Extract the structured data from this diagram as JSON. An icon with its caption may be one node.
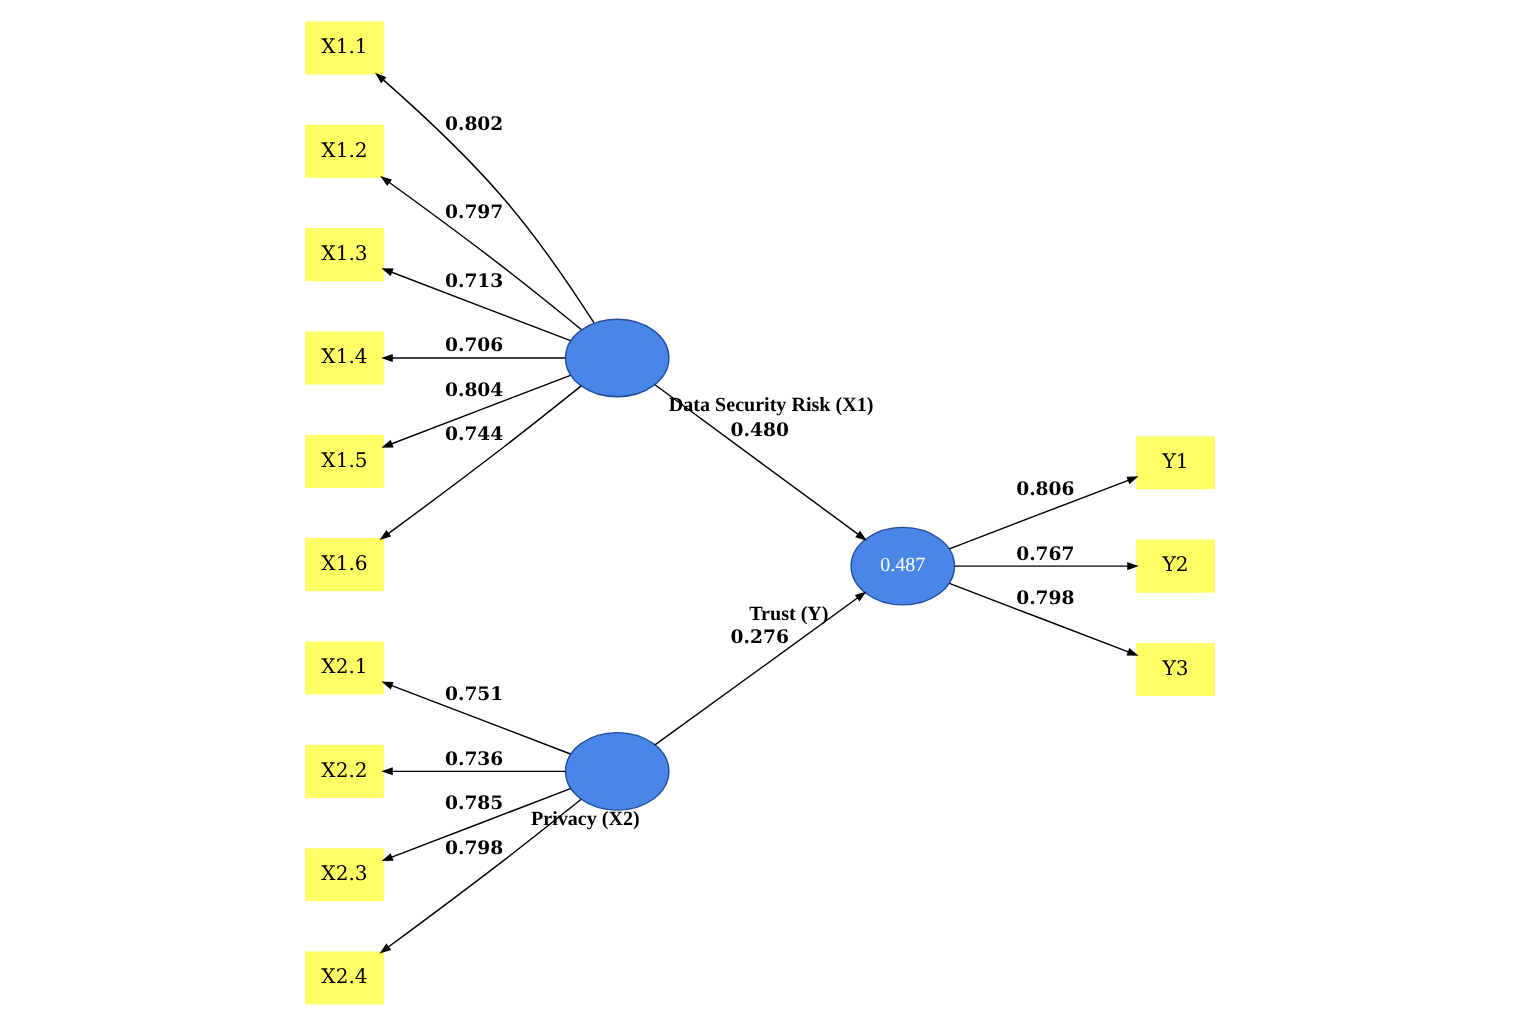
{
  "diagram": {
    "nodes": [
      {
        "text": [
          "X1.1"
        ]
      },
      {
        "text": [
          "X1.2"
        ]
      },
      {
        "text": [
          "X1.3"
        ]
      },
      {
        "text": [
          "X1.4"
        ]
      },
      {
        "text": [
          "X1.5"
        ]
      },
      {
        "text": [
          "X1.6"
        ]
      },
      {
        "text": [
          "X2.1"
        ]
      },
      {
        "text": [
          "X2.2"
        ]
      },
      {
        "text": [
          "X2.3"
        ]
      },
      {
        "text": [
          "X2.4"
        ]
      },
      {
        "text": [],
        "shape": "circle",
        "beside": [
          "Data Security Risk (X1)"
        ]
      },
      {
        "text": [],
        "shape": "circle",
        "beside": [
          "Privacy (X2)"
        ]
      },
      {
        "text": [
          "0.487"
        ],
        "beside": [
          "Trust (Y)"
        ]
      },
      {
        "text": [
          "Y1"
        ]
      },
      {
        "text": [
          "Y2"
        ]
      },
      {
        "text": [
          "Y3"
        ]
      }
    ],
    "edges": [
      {
        "from": 10,
        "to": 0,
        "arrow": "to",
        "label": "0.802"
      },
      {
        "from": 10,
        "to": 1,
        "arrow": "to",
        "label": "0.797"
      },
      {
        "from": 10,
        "to": 2,
        "arrow": "to",
        "label": "0.713"
      },
      {
        "from": 10,
        "to": 3,
        "arrow": "to",
        "label": "0.706"
      },
      {
        "from": 10,
        "to": 4,
        "arrow": "to",
        "label": "0.804"
      },
      {
        "from": 10,
        "to": 5,
        "arrow": "to",
        "label": "0.744"
      },
      {
        "from": 11,
        "to": 6,
        "arrow": "to",
        "label": "0.751"
      },
      {
        "from": 11,
        "to": 7,
        "arrow": "to",
        "label": "0.736"
      },
      {
        "from": 11,
        "to": 8,
        "arrow": "to",
        "label": "0.785"
      },
      {
        "from": 11,
        "to": 9,
        "arrow": "to",
        "label": "0.798"
      },
      {
        "from": 10,
        "to": 12,
        "arrow": "to",
        "label": "0.480"
      },
      {
        "from": 11,
        "to": 12,
        "arrow": "to",
        "label": "0.276"
      },
      {
        "from": 12,
        "to": 13,
        "arrow": "to",
        "label": "0.806"
      },
      {
        "from": 12,
        "to": 14,
        "arrow": "to",
        "label": "0.767"
      },
      {
        "from": 12,
        "to": 15,
        "arrow": "to",
        "label": "0.798"
      }
    ]
  }
}
